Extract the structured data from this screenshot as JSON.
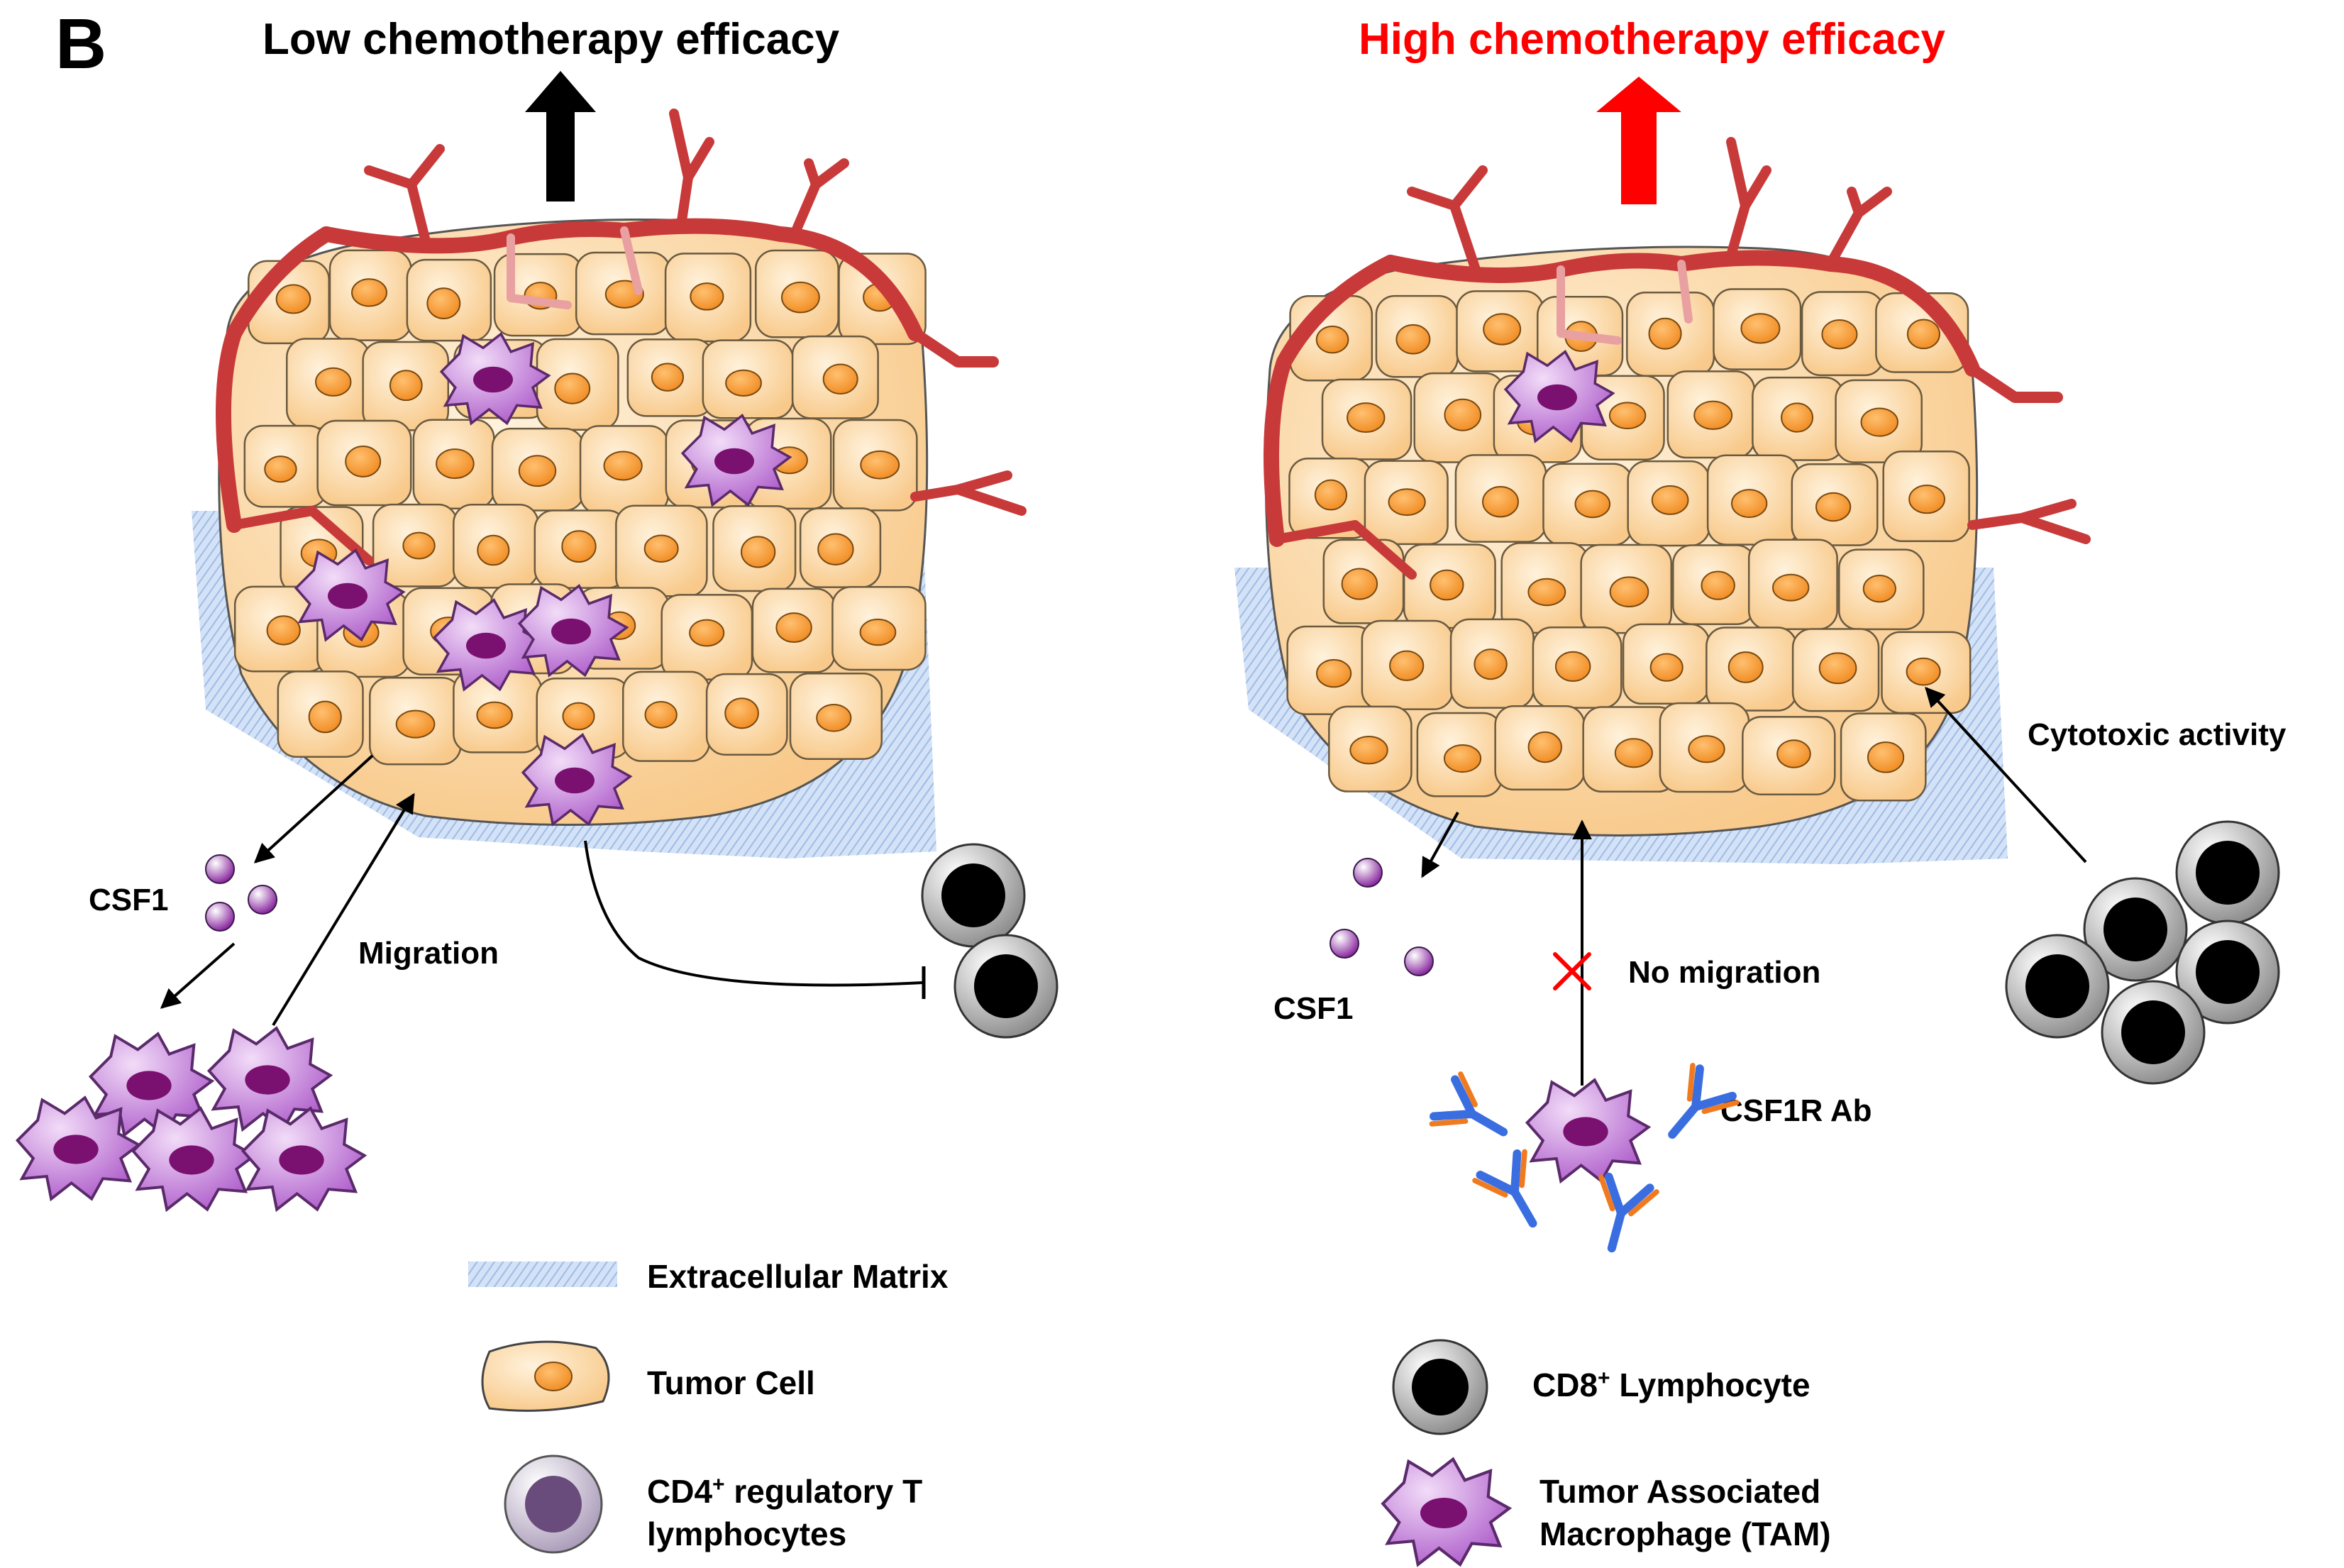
{
  "panel_letter": "B",
  "left": {
    "title": "Low chemotherapy efficacy",
    "csf1": "CSF1",
    "migration": "Migration"
  },
  "right": {
    "title": "High chemotherapy efficacy",
    "title_color": "#ff0000",
    "csf1": "CSF1",
    "no_migration": "No migration",
    "antibody": "CSF1R Ab",
    "cytotoxic": "Cytotoxic activity"
  },
  "legend": {
    "ecm": "Extracellular Matrix",
    "tumor_cell": "Tumor Cell",
    "treg_line1": "CD4",
    "treg_sup": "+",
    "treg_line1_rest": " regulatory T",
    "treg_line2": "lymphocytes",
    "cd8_main": "CD8",
    "cd8_sup": "+",
    "cd8_rest": " Lymphocyte",
    "tam_line1": "Tumor Associated",
    "tam_line2": "Macrophage (TAM)"
  },
  "colors": {
    "tumor_fill": "#fcd49a",
    "tumor_nucleus": "#f5a03c",
    "vessel": "#c83a3a",
    "ecm": "#a9c4ea",
    "tam": "#c47ad8",
    "tam_nucleus": "#7a1070",
    "cd8_outer": "#b8b8b8",
    "treg": "#6a4c7c",
    "antibody_blue": "#3a6ee0",
    "antibody_orange": "#f07a20"
  }
}
